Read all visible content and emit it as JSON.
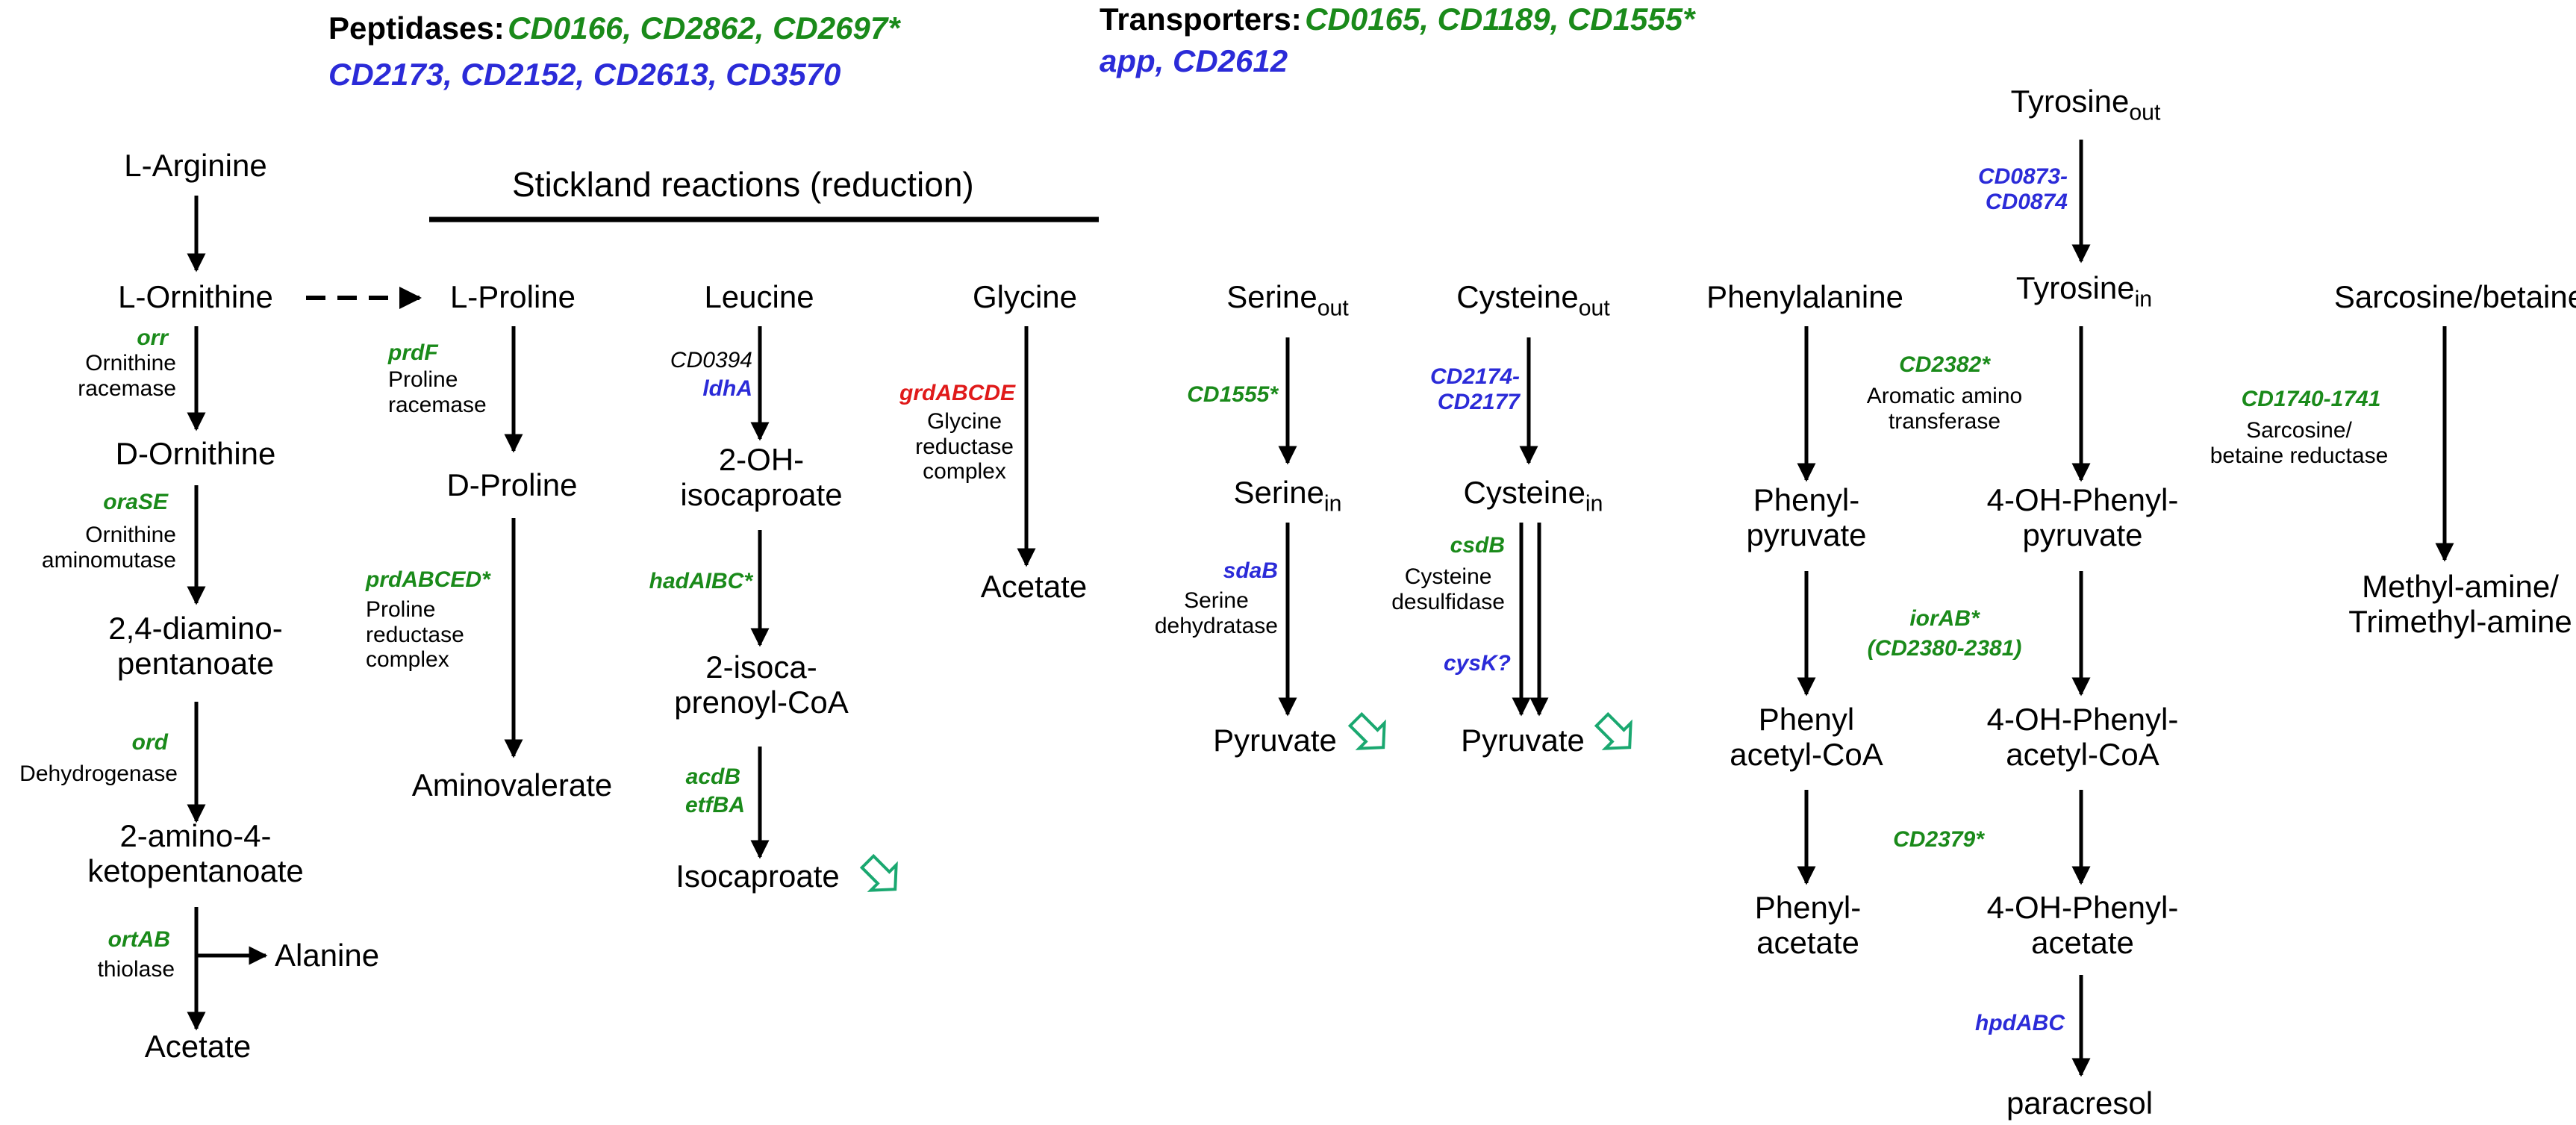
{
  "header": {
    "peptidases_label": "Peptidases:",
    "peptidases_green": "CD0166, CD2862, CD2697*",
    "peptidases_blue": "CD2173, CD2152, CD2613, CD3570",
    "transporters_label": "Transporters:",
    "transporters_green": "CD0165, CD1189, CD1555*",
    "transporters_blue": "app, CD2612"
  },
  "stickland_title": "Stickland reactions (reduction)",
  "metabolites": {
    "l_arginine": "L-Arginine",
    "l_ornithine": "L-Ornithine",
    "d_ornithine": "D-Ornithine",
    "diamino_1": "2,4-diamino-",
    "diamino_2": "pentanoate",
    "amino_keto_1": "2-amino-4-",
    "amino_keto_2": "ketopentanoate",
    "alanine": "Alanine",
    "acetate_orn": "Acetate",
    "l_proline": "L-Proline",
    "d_proline": "D-Proline",
    "aminovalerate": "Aminovalerate",
    "leucine": "Leucine",
    "oh_isocaproate_1": "2-OH-",
    "oh_isocaproate_2": "isocaproate",
    "isocaprenoyl_1": "2-isoca-",
    "isocaprenoyl_2": "prenoyl-CoA",
    "isocaproate": "Isocaproate",
    "glycine": "Glycine",
    "acetate_gly": "Acetate",
    "serine": "Serine",
    "cysteine": "Cysteine",
    "pyruvate_ser": "Pyruvate",
    "pyruvate_cys": "Pyruvate",
    "phenylalanine": "Phenylalanine",
    "phenylpyruvate_1": "Phenyl-",
    "phenylpyruvate_2": "pyruvate",
    "phenylacetylcoa_1": "Phenyl",
    "phenylacetylcoa_2": "acetyl-CoA",
    "phenylacetate_1": "Phenyl-",
    "phenylacetate_2": "acetate",
    "tyrosine": "Tyrosine",
    "oh_phenylpyruvate_1": "4-OH-Phenyl-",
    "oh_phenylpyruvate_2": "pyruvate",
    "oh_phenylacetylcoa_1": "4-OH-Phenyl-",
    "oh_phenylacetylcoa_2": "acetyl-CoA",
    "oh_phenylacetate_1": "4-OH-Phenyl-",
    "oh_phenylacetate_2": "acetate",
    "paracresol": "paracresol",
    "sarcosine_betaine": "Sarcosine/betaine",
    "methylamine_1": "Methyl-amine/",
    "methylamine_2": "Trimethyl-amine"
  },
  "subscripts": {
    "out": "out",
    "in": "in"
  },
  "genes": {
    "orr": "orr",
    "oraSE": "oraSE",
    "ord": "ord",
    "ortAB": "ortAB",
    "prdF": "prdF",
    "prdABCED": "prdABCED*",
    "cd0394": "CD0394",
    "ldhA": "ldhA",
    "hadAIBC": "hadAIBC*",
    "acdB": "acdB",
    "etfBA": "etfBA",
    "grdABCDE": "grdABCDE",
    "cd1555": "CD1555*",
    "sdaB": "sdaB",
    "cd2174_1": "CD2174-",
    "cd2174_2": "CD2177",
    "csdB": "csdB",
    "cysK": "cysK?",
    "cd2382": "CD2382*",
    "iorAB": "iorAB*",
    "cd2380": "(CD2380-2381)",
    "cd2379": "CD2379*",
    "cd0873_1": "CD0873-",
    "cd0873_2": "CD0874",
    "hpdABC": "hpdABC",
    "cd1740": "CD1740-1741"
  },
  "enzymes": {
    "orn_racemase_1": "Ornithine",
    "orn_racemase_2": "racemase",
    "orn_aminomutase_1": "Ornithine",
    "orn_aminomutase_2": "aminomutase",
    "dehydrogenase": "Dehydrogenase",
    "thiolase": "thiolase",
    "pro_racemase_1": "Proline",
    "pro_racemase_2": "racemase",
    "pro_reductase_1": "Proline",
    "pro_reductase_2": "reductase",
    "pro_reductase_3": "complex",
    "gly_reductase_1": "Glycine",
    "gly_reductase_2": "reductase",
    "gly_reductase_3": "complex",
    "ser_dehydratase_1": "Serine",
    "ser_dehydratase_2": "dehydratase",
    "cys_desulfidase_1": "Cysteine",
    "cys_desulfidase_2": "desulfidase",
    "aro_transferase_1": "Aromatic amino",
    "aro_transferase_2": "transferase",
    "sarc_reductase_1": "Sarcosine/",
    "sarc_reductase_2": "betaine reductase"
  },
  "colors": {
    "green": "#1a8a1a",
    "blue": "#2b2bd8",
    "red": "#e01a1a",
    "export_arrow": "#1aa870"
  }
}
